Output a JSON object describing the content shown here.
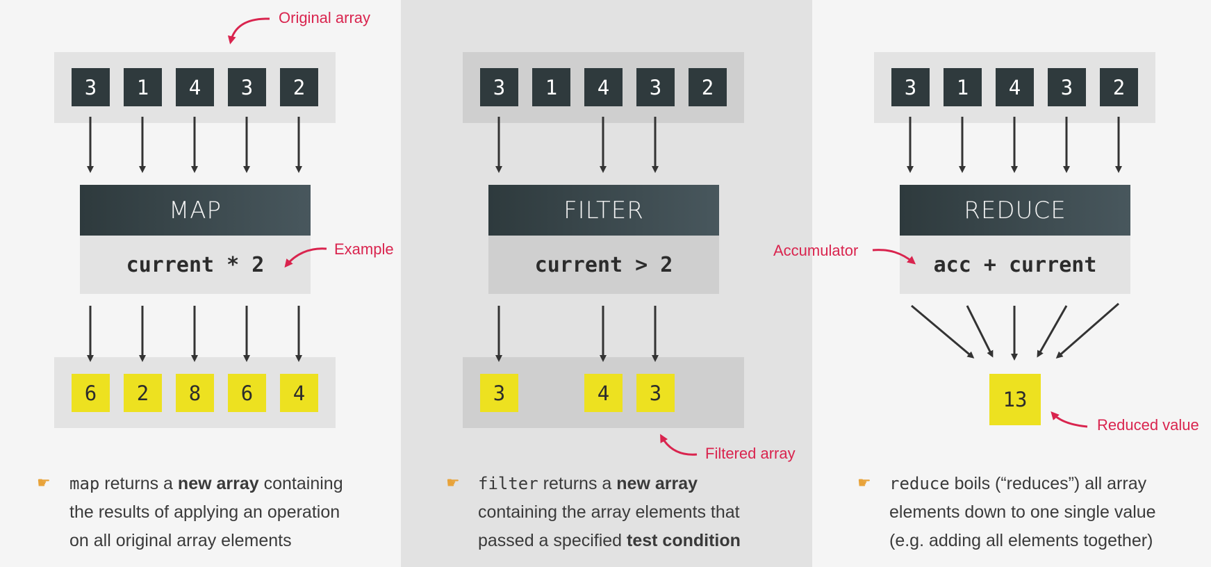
{
  "input_array": [
    "3",
    "1",
    "4",
    "3",
    "2"
  ],
  "map": {
    "title": "MAP",
    "expression": "current * 2",
    "output": [
      "6",
      "2",
      "8",
      "6",
      "4"
    ],
    "callout_top": "Original array",
    "callout_side": "Example",
    "desc": {
      "method": "map",
      "t1": " returns a ",
      "b1": "new array",
      "t2": " containing",
      "line2": "the results of applying an operation",
      "line3": "on all original array elements"
    }
  },
  "filter": {
    "title": "FILTER",
    "expression": "current > 2",
    "output": [
      "3",
      "4",
      "3"
    ],
    "callout_bottom": "Filtered array",
    "desc": {
      "method": "filter",
      "t1": " returns a ",
      "b1": "new array",
      "line2": "containing the array elements that",
      "line3_pre": "passed a specified ",
      "line3_bold": "test condition"
    }
  },
  "reduce": {
    "title": "REDUCE",
    "expression": "acc + current",
    "result": "13",
    "callout_side": "Accumulator",
    "callout_result": "Reduced value",
    "desc": {
      "method": "reduce",
      "t1": " boils (“reduces”) all array",
      "line2": "elements down to one single value",
      "line3": "(e.g. adding all elements together)"
    }
  },
  "colors": {
    "dark_cell": "#2f3a3d",
    "yellow_cell": "#ede120",
    "callout": "#d9244e",
    "arrow": "#333333"
  },
  "icons": {
    "bullet": "pointing-hand-icon"
  }
}
